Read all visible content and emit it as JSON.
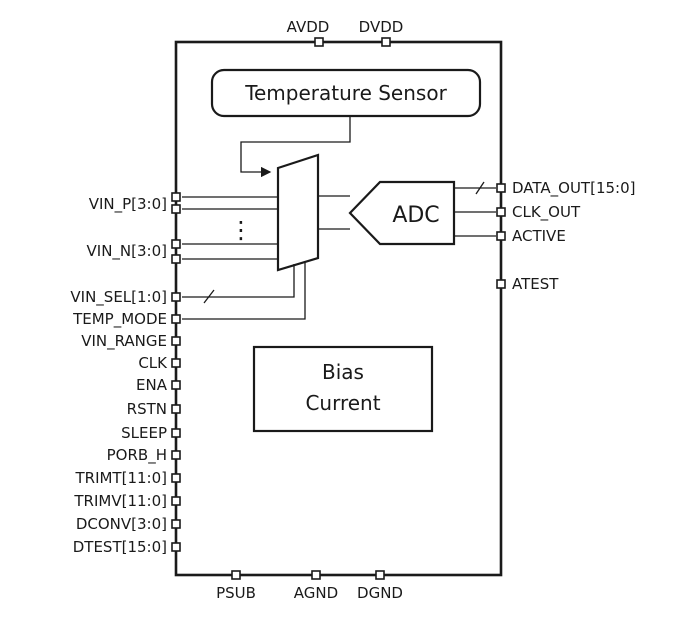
{
  "blocks": {
    "temperature_sensor": "Temperature Sensor",
    "adc": "ADC",
    "bias_line1": "Bias",
    "bias_line2": "Current"
  },
  "pins": {
    "top": [
      "AVDD",
      "DVDD"
    ],
    "bottom": [
      "PSUB",
      "AGND",
      "DGND"
    ],
    "right": [
      "DATA_OUT[15:0]",
      "CLK_OUT",
      "ACTIVE",
      "ATEST"
    ],
    "left": [
      "VIN_P[3:0]",
      "VIN_N[3:0]",
      "VIN_SEL[1:0]",
      "TEMP_MODE",
      "VIN_RANGE",
      "CLK",
      "ENA",
      "RSTN",
      "SLEEP",
      "PORB_H",
      "TRIMT[11:0]",
      "TRIMV[11:0]",
      "DCONV[3:0]",
      "DTEST[15:0]"
    ]
  },
  "mux_dots": "⋮"
}
